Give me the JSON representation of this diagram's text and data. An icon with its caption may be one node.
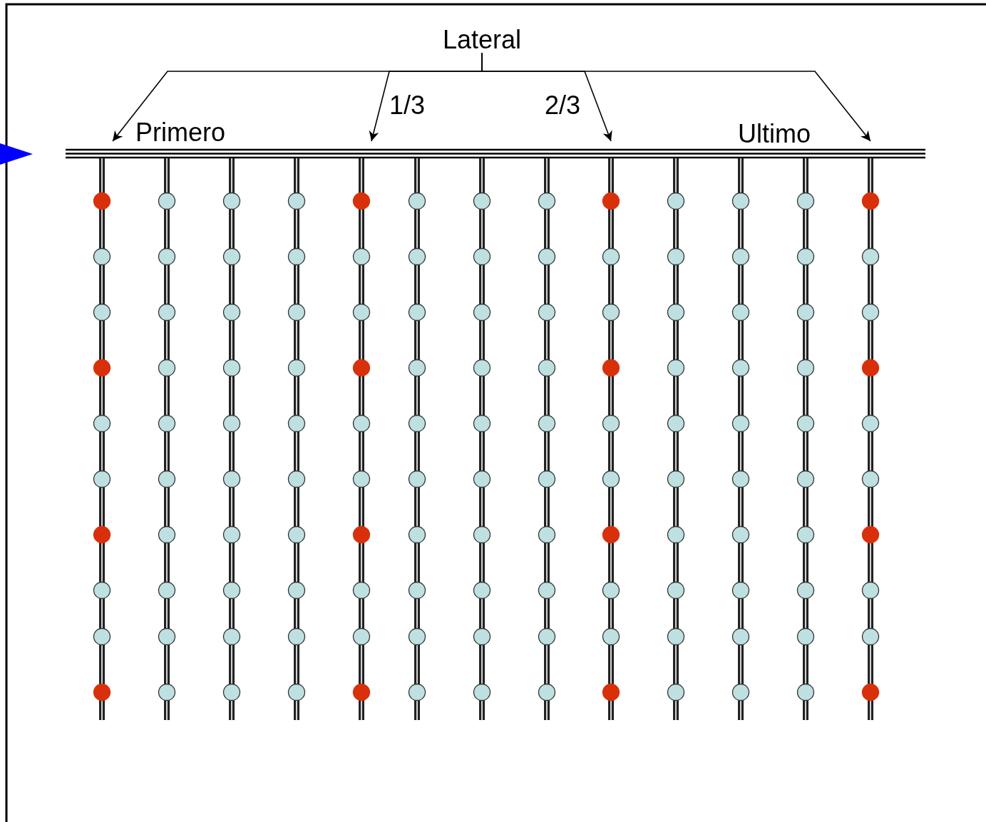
{
  "diagram": {
    "nodes": [
      {
        "text": [
          "Lateral"
        ]
      },
      {
        "text": [],
        "shape": "bar",
        "beside": [
          "Primero"
        ]
      },
      {
        "text": [],
        "shape": "bar",
        "beside": [
          "1/3"
        ]
      },
      {
        "text": [],
        "shape": "bar",
        "beside": [
          "2/3"
        ]
      },
      {
        "text": [],
        "shape": "bar",
        "beside": [
          "Ultimo"
        ]
      }
    ],
    "edges": [
      {
        "from": 0,
        "to": 1,
        "arrow": "to"
      },
      {
        "from": 0,
        "to": 2,
        "arrow": "to"
      },
      {
        "from": 0,
        "to": 3,
        "arrow": "to"
      },
      {
        "from": 0,
        "to": 4,
        "arrow": "to"
      }
    ]
  }
}
